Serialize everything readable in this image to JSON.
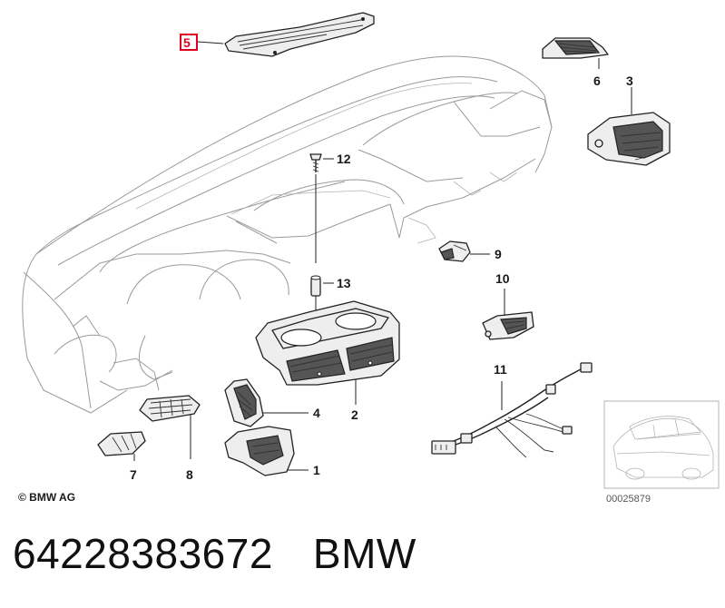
{
  "diagram": {
    "copyright": "© BMW AG",
    "reference_number": "00025879",
    "highlighted_callout": "5",
    "callouts": [
      "1",
      "2",
      "3",
      "4",
      "5",
      "6",
      "7",
      "8",
      "9",
      "10",
      "11",
      "12",
      "13"
    ]
  },
  "footer": {
    "part_number": "64228383672",
    "brand": "BMW"
  },
  "colors": {
    "highlight": "#e0001b",
    "line": "#222222",
    "dashboard_outline": "#9a9a9a"
  }
}
